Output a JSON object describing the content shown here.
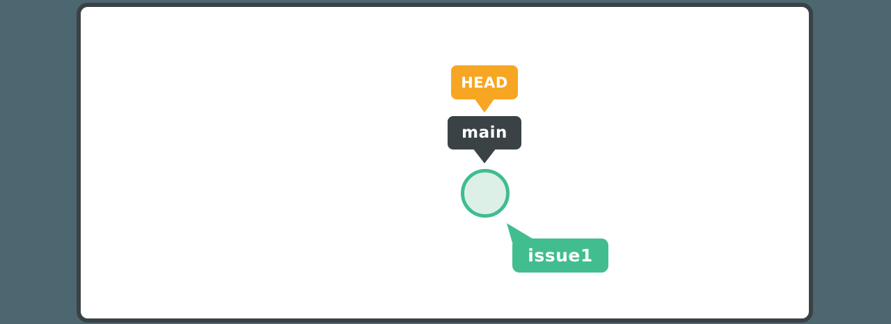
{
  "theme": {
    "background": "#4c6770",
    "panel_background": "#ffffff",
    "panel_border": "#3a4246"
  },
  "diagram": {
    "head_label": {
      "text": "HEAD",
      "color": "#f6a623",
      "text_color": "#ffffff"
    },
    "branch_label": {
      "text": "main",
      "color": "#3a4246",
      "text_color": "#ffffff"
    },
    "issue_label": {
      "text": "issue1",
      "color": "#42bd8f",
      "text_color": "#ffffff"
    },
    "commit_node": {
      "fill": "#ddf0e7",
      "stroke": "#3fbd8e"
    }
  }
}
